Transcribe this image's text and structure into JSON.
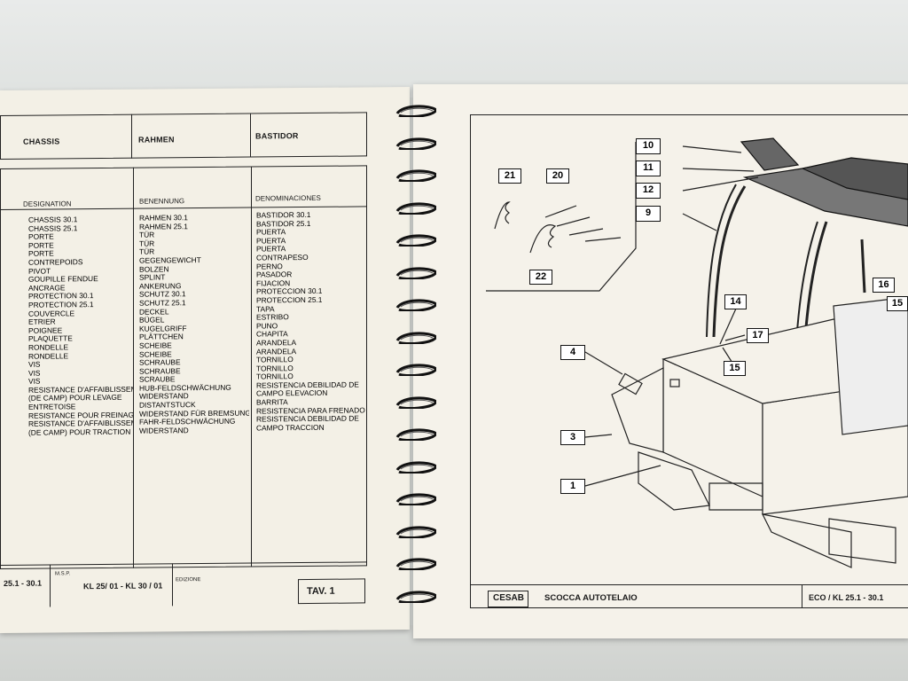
{
  "left_page": {
    "header": {
      "col1": "CHASSIS",
      "col2": "RAHMEN",
      "col3": "BASTIDOR"
    },
    "table_headers": {
      "col1": "DESIGNATION",
      "col2": "BENENNUNG",
      "col3": "DENOMINACIONES"
    },
    "rows_fr": [
      "CHASSIS 30.1",
      "CHASSIS 25.1",
      "PORTE",
      "PORTE",
      "PORTE",
      "CONTREPOIDS",
      "PIVOT",
      "GOUPILLE FENDUE",
      "ANCRAGE",
      "PROTECTION 30.1",
      "PROTECTION 25.1",
      "COUVERCLE",
      "ETRIER",
      "POIGNEE",
      "PLAQUETTE",
      "RONDELLE",
      "RONDELLE",
      "VIS",
      "VIS",
      "VIS",
      "RESISTANCE D'AFFAIBLISSEMENT",
      "(DE CAMP) POUR LEVAGE",
      "ENTRETOISE",
      "RESISTANCE POUR FREINAGE",
      "RESISTANCE D'AFFAIBLISSEMENT",
      "(DE CAMP) POUR TRACTION"
    ],
    "rows_de": [
      "RAHMEN 30.1",
      "RAHMEN 25.1",
      "TÜR",
      "TÜR",
      "TÜR",
      "GEGENGEWICHT",
      "BOLZEN",
      "SPLINT",
      "ANKERUNG",
      "SCHUTZ 30.1",
      "SCHUTZ 25.1",
      "DECKEL",
      "BÜGEL",
      "KUGELGRIFF",
      "PLÄTTCHEN",
      "SCHEIBE",
      "SCHEIBE",
      "SCHRAUBE",
      "SCHRAUBE",
      "SCRAUBE",
      "HUB-FELDSCHWÄCHUNG",
      "WIDERSTAND",
      "DISTANTSTUCK",
      "WIDERSTAND FÜR BREMSUNG",
      "FAHR-FELDSCHWÄCHUNG",
      "WIDERSTAND"
    ],
    "rows_es": [
      "BASTIDOR 30.1",
      "BASTIDOR 25.1",
      "PUERTA",
      "PUERTA",
      "PUERTA",
      "CONTRAPESO",
      "PERNO",
      "PASADOR",
      "FIJACION",
      "PROTECCION 30.1",
      "PROTECCION 25.1",
      "TAPA",
      "ESTRIBO",
      "PUNO",
      "CHAPITA",
      "ARANDELA",
      "ARANDELA",
      "TORNILLO",
      "TORNILLO",
      "TORNILLO",
      "RESISTENCIA DEBILIDAD DE",
      "CAMPO ELEVACION",
      "BARRITA",
      "RESISTENCIA PARA FRENADO",
      "RESISTENCIA DEBILIDAD DE",
      "CAMPO TRACCION"
    ],
    "footer": {
      "model": "25.1 - 30.1",
      "msp_label": "M.S.P.",
      "msp_value": "KL 25/ 01 - KL 30 / 01",
      "edition_label": "EDIZIONE",
      "tav": "TAV. 1"
    }
  },
  "right_page": {
    "callouts": [
      "10",
      "11",
      "12",
      "9",
      "21",
      "20",
      "22",
      "14",
      "17",
      "15",
      "16",
      "15",
      "4",
      "3",
      "1"
    ],
    "footer": {
      "brand": "CESAB",
      "title": "SCOCCA AUTOTELAIO",
      "model": "ECO / KL  25.1 - 30.1"
    }
  }
}
